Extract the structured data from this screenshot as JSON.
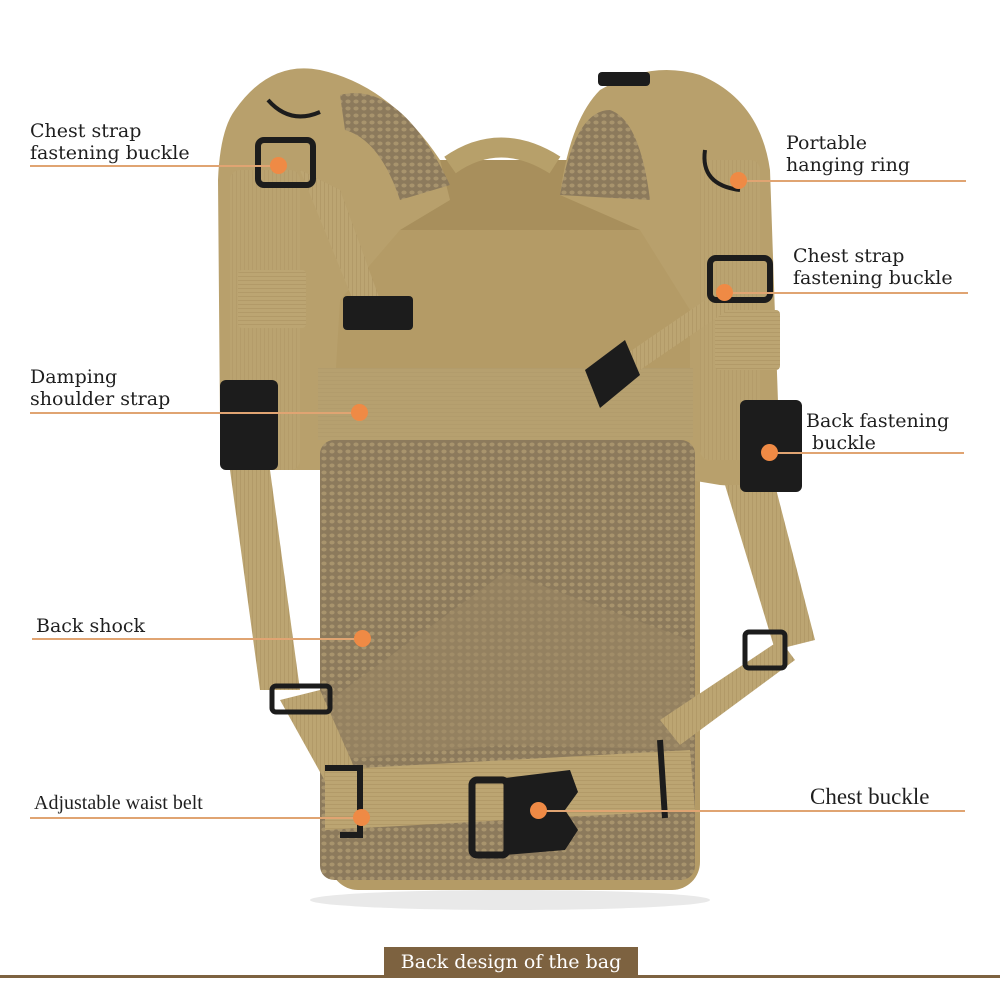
{
  "product": {
    "type": "backpack",
    "color_name": "khaki",
    "colors": {
      "fabric": "#b8a06c",
      "fabric_dark": "#8f7a4e",
      "mesh": "#8c7a5c",
      "buckle": "#1c1c1c",
      "annotation_dot": "#ef8a45",
      "leader_line": "#e0a472",
      "caption_bg": "#7d6240",
      "caption_text": "#ffffff"
    }
  },
  "annotations": [
    {
      "id": "chest-strap-buckle-left",
      "lines": [
        "Chest strap",
        "fastening buckle"
      ],
      "side": "left"
    },
    {
      "id": "portable-hanging-ring",
      "lines": [
        "Portable",
        "hanging ring"
      ],
      "side": "right"
    },
    {
      "id": "chest-strap-buckle-right",
      "lines": [
        "Chest strap",
        "fastening buckle"
      ],
      "side": "right"
    },
    {
      "id": "damping-shoulder-strap",
      "lines": [
        "Damping",
        "shoulder strap"
      ],
      "side": "left"
    },
    {
      "id": "back-fastening-buckle",
      "lines": [
        "Back fastening",
        " buckle"
      ],
      "side": "right"
    },
    {
      "id": "back-shock",
      "lines": [
        "Back shock"
      ],
      "side": "left"
    },
    {
      "id": "adjustable-waist-belt",
      "lines": [
        "Adjustable waist belt"
      ],
      "side": "left"
    },
    {
      "id": "chest-buckle",
      "lines": [
        "Chest buckle"
      ],
      "side": "right"
    }
  ],
  "caption": "Back design of the bag"
}
